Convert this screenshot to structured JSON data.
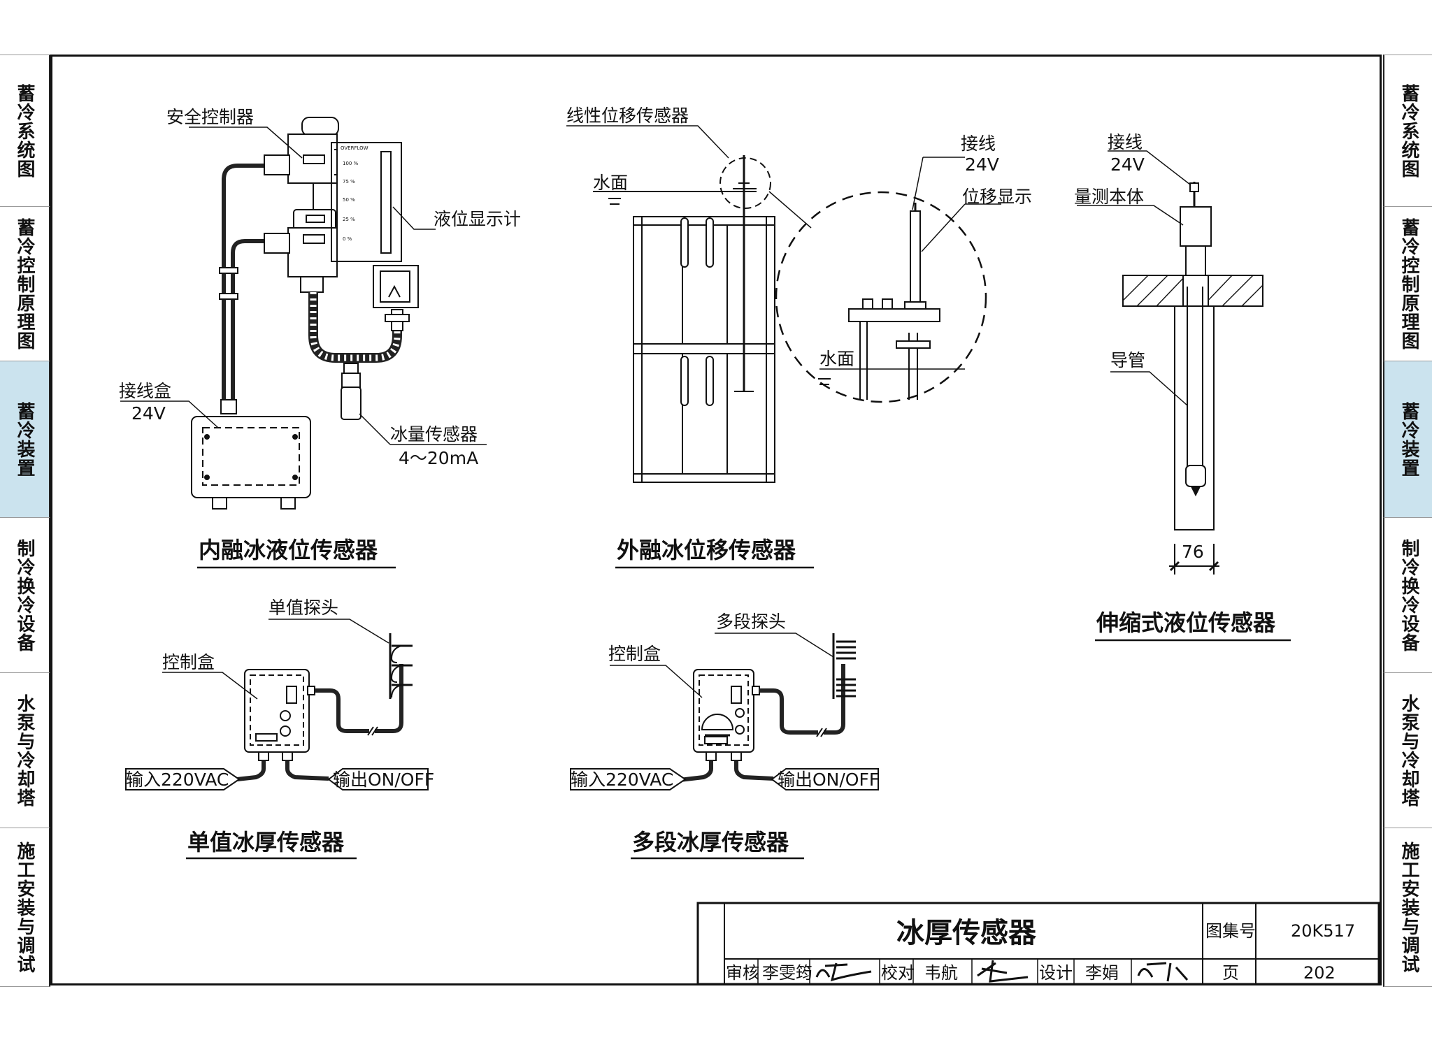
{
  "left_tabs": [
    {
      "label": "蓄冷系统图",
      "active": false
    },
    {
      "label": "蓄冷控制原理图",
      "active": false
    },
    {
      "label": "蓄冷装置",
      "active": true
    },
    {
      "label": "制冷换冷设备",
      "active": false
    },
    {
      "label": "水泵与冷却塔",
      "active": false
    },
    {
      "label": "施工安装与调试",
      "active": false
    }
  ],
  "right_tabs": [
    {
      "label": "蓄冷系统图",
      "active": false
    },
    {
      "label": "蓄冷控制原理图",
      "active": false
    },
    {
      "label": "蓄冷装置",
      "active": true
    },
    {
      "label": "制冷换冷设备",
      "active": false
    },
    {
      "label": "水泵与冷却塔",
      "active": false
    },
    {
      "label": "施工安装与调试",
      "active": false
    }
  ],
  "active_tab_color": "#cbe3ee",
  "figures": {
    "internal_melt": {
      "title": "内融冰液位传感器",
      "safety_controller": "安全控制器",
      "level_meter": "液位显示计",
      "junction_box": "接线盒",
      "junction_voltage": "24V",
      "ice_sensor": "冰量传感器",
      "ice_sensor_signal": "4～20mA",
      "gauge_header": "OVERFLOW",
      "gauge_marks": [
        "100 %",
        "75 %",
        "50 %",
        "25 %",
        "0 %"
      ]
    },
    "external_melt": {
      "title": "外融冰位移传感器",
      "linear_sensor": "线性位移传感器",
      "water_surface": "水面",
      "wiring": "接线",
      "wiring_voltage": "24V",
      "displacement_display": "位移显示",
      "water_surface_detail": "水面"
    },
    "telescopic": {
      "title": "伸缩式液位传感器",
      "wiring": "接线",
      "wiring_voltage": "24V",
      "body": "量测本体",
      "guide_tube": "导管",
      "dimension": "76"
    },
    "single_value": {
      "title": "单值冰厚传感器",
      "probe": "单值探头",
      "control_box": "控制盒",
      "input": "输入220VAC",
      "output": "输出ON/OFF"
    },
    "multi_stage": {
      "title": "多段冰厚传感器",
      "probe": "多段探头",
      "control_box": "控制盒",
      "input": "输入220VAC",
      "output": "输出ON/OFF"
    }
  },
  "title_block": {
    "drawing_title": "冰厚传感器",
    "atlas_label": "图集号",
    "atlas_number": "20K517",
    "page_label": "页",
    "page_number": "202",
    "reviewer_label": "审核",
    "reviewer": "李雯筠",
    "checker_label": "校对",
    "checker": "韦航",
    "designer_label": "设计",
    "designer": "李娟"
  }
}
